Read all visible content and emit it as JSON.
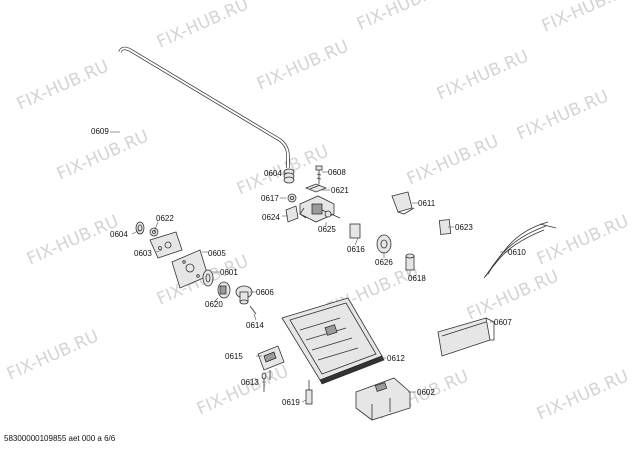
{
  "watermark": "FIX-HUB.RU",
  "footer": "58300000109855 aet 000 a 6/6",
  "callouts": [
    {
      "id": "0609",
      "label": "0609"
    },
    {
      "id": "0604a",
      "label": "0604"
    },
    {
      "id": "0608",
      "label": "0608"
    },
    {
      "id": "0617",
      "label": "0617"
    },
    {
      "id": "0621",
      "label": "0621"
    },
    {
      "id": "0611",
      "label": "0611"
    },
    {
      "id": "0624",
      "label": "0624"
    },
    {
      "id": "0625",
      "label": "0625"
    },
    {
      "id": "0622",
      "label": "0622"
    },
    {
      "id": "0604b",
      "label": "0604"
    },
    {
      "id": "0623",
      "label": "0623"
    },
    {
      "id": "0603",
      "label": "0603"
    },
    {
      "id": "0605",
      "label": "0605"
    },
    {
      "id": "0616",
      "label": "0616"
    },
    {
      "id": "0626",
      "label": "0626"
    },
    {
      "id": "0610",
      "label": "0610"
    },
    {
      "id": "0601",
      "label": "0601"
    },
    {
      "id": "0618",
      "label": "0618"
    },
    {
      "id": "0606",
      "label": "0606"
    },
    {
      "id": "0620",
      "label": "0620"
    },
    {
      "id": "0614",
      "label": "0614"
    },
    {
      "id": "0607",
      "label": "0607"
    },
    {
      "id": "0615",
      "label": "0615"
    },
    {
      "id": "0612",
      "label": "0612"
    },
    {
      "id": "0613",
      "label": "0613"
    },
    {
      "id": "0602",
      "label": "0602"
    },
    {
      "id": "0619",
      "label": "0619"
    }
  ]
}
